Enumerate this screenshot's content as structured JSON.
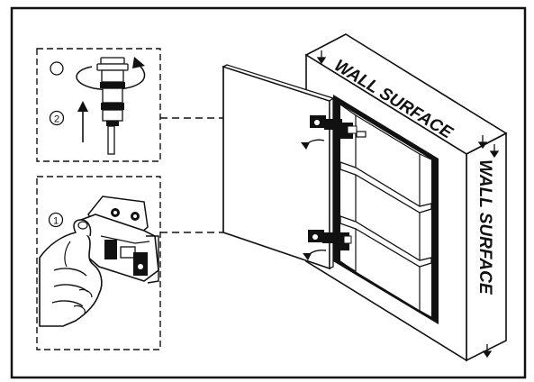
{
  "diagram": {
    "wall_label_top": "WALL SURFACE",
    "wall_label_side": "WALL SURFACE",
    "step_1": "1",
    "step_2": "2"
  }
}
